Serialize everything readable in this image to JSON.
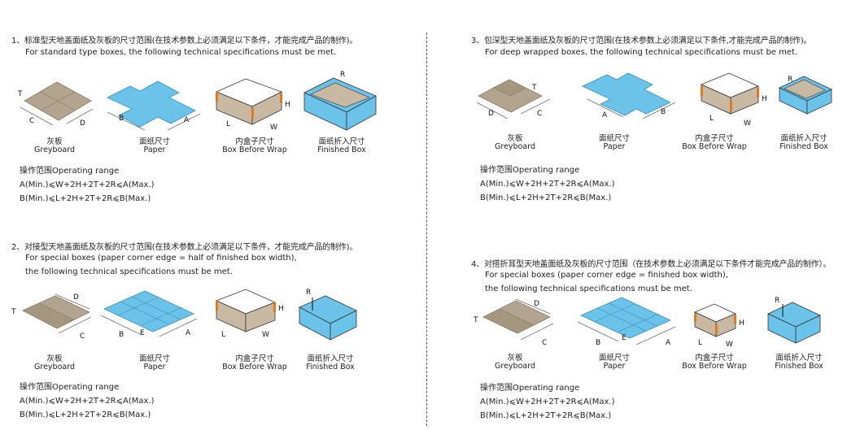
{
  "sections": [
    {
      "title": "1、标准型天地盖面纸及灰板的尺寸范围(在技术参数上必须满足以下条件，才能完成产品的制作)。",
      "lines": [
        "For standard type boxes, the following technical specifications must be met."
      ],
      "captions": {
        "greyboard_cn": "灰板",
        "greyboard_en": "Greyboard",
        "paper_cn": "面纸尺寸",
        "paper_en": "Paper",
        "inner_cn": "内盒子尺寸",
        "inner_en": "Box Before Wrap",
        "finished_cn": "面纸折入尺寸",
        "finished_en": "Finished Box"
      },
      "operating_title": "操作范围Operating range",
      "formula_a": "A(Min.)⩽W+2H+2T+2R⩽A(Max.)",
      "formula_b": "B(Min.)⩽L+2H+2T+2R⩽B(Max.)"
    },
    {
      "title": "2、对接型天地盖面纸及灰板的尺寸范围(在技术参数上必须满足以下条件，才能完成产品的制作)。",
      "lines": [
        "For special boxes (paper corner edge = half of finished box width),",
        "the following technical specifications must be met."
      ],
      "captions": {
        "greyboard_cn": "灰板",
        "greyboard_en": "Greyboard",
        "paper_cn": "面纸尺寸",
        "paper_en": "Paper",
        "inner_cn": "内盒子尺寸",
        "inner_en": "Box Before Wrap",
        "finished_cn": "面纸折入尺寸",
        "finished_en": "Finished Box"
      },
      "operating_title": "操作范围Operating range",
      "formula_a": "A(Min.)⩽W+2H+2T+2R⩽A(Max.)",
      "formula_b": "B(Min.)⩽L+2H+2T+2R⩽B(Max.)"
    },
    {
      "title": "3、包深型天地盖面纸及灰板的尺寸范围(在技术参数上必须满足以下条件,才能完成产品的制作)。",
      "lines": [
        "For deep wrapped boxes, the following technical specifications must be met."
      ],
      "captions": {
        "greyboard_cn": "灰板",
        "greyboard_en": "Greyboard",
        "paper_cn": "面纸尺寸",
        "paper_en": "Paper",
        "inner_cn": "内盒子尺寸",
        "inner_en": "Box Before Wrap",
        "finished_cn": "面纸折入尺寸",
        "finished_en": "Finished Box"
      },
      "operating_title": "操作范围Operating range",
      "formula_a": "A(Min.)⩽W+2H+2T+2R⩽A(Max.)",
      "formula_b": "B(Min.)⩽L+2H+2T+2R⩽B(Max.)"
    },
    {
      "title": "4、对搭折耳型天地盖面纸及灰板的尺寸范围（在技术参数上必须满足以下条件才能完成产品的制作）。",
      "lines": [
        "For special boxes (paper corner edge = finished box width),",
        "the following technical specifications must be met."
      ],
      "captions": {
        "greyboard_cn": "灰板",
        "greyboard_en": "Greyboard",
        "paper_cn": "面纸尺寸",
        "paper_en": "Paper",
        "inner_cn": "内盒子尺寸",
        "inner_en": "Box Before Wrap",
        "finished_cn": "面纸折入尺寸",
        "finished_en": "Finished Box"
      },
      "operating_title": "操作范围Operating range",
      "formula_a": "A(Min.)⩽W+2H+2T+2R⩽A(Max.)",
      "formula_b": "B(Min.)⩽L+2H+2T+2R⩽B(Max.)"
    }
  ],
  "dimension_labels": {
    "a": "A",
    "b": "B",
    "c": "C",
    "d": "D",
    "e": "E",
    "h": "H",
    "l": "L",
    "w": "W",
    "t": "T",
    "r": "R"
  },
  "colors": {
    "greyboard": "#b3a48f",
    "paper": "#6cc3ea",
    "inner_box": "#c9b9a2",
    "corner_tape": "#e07a1e",
    "outline": "#333333"
  }
}
